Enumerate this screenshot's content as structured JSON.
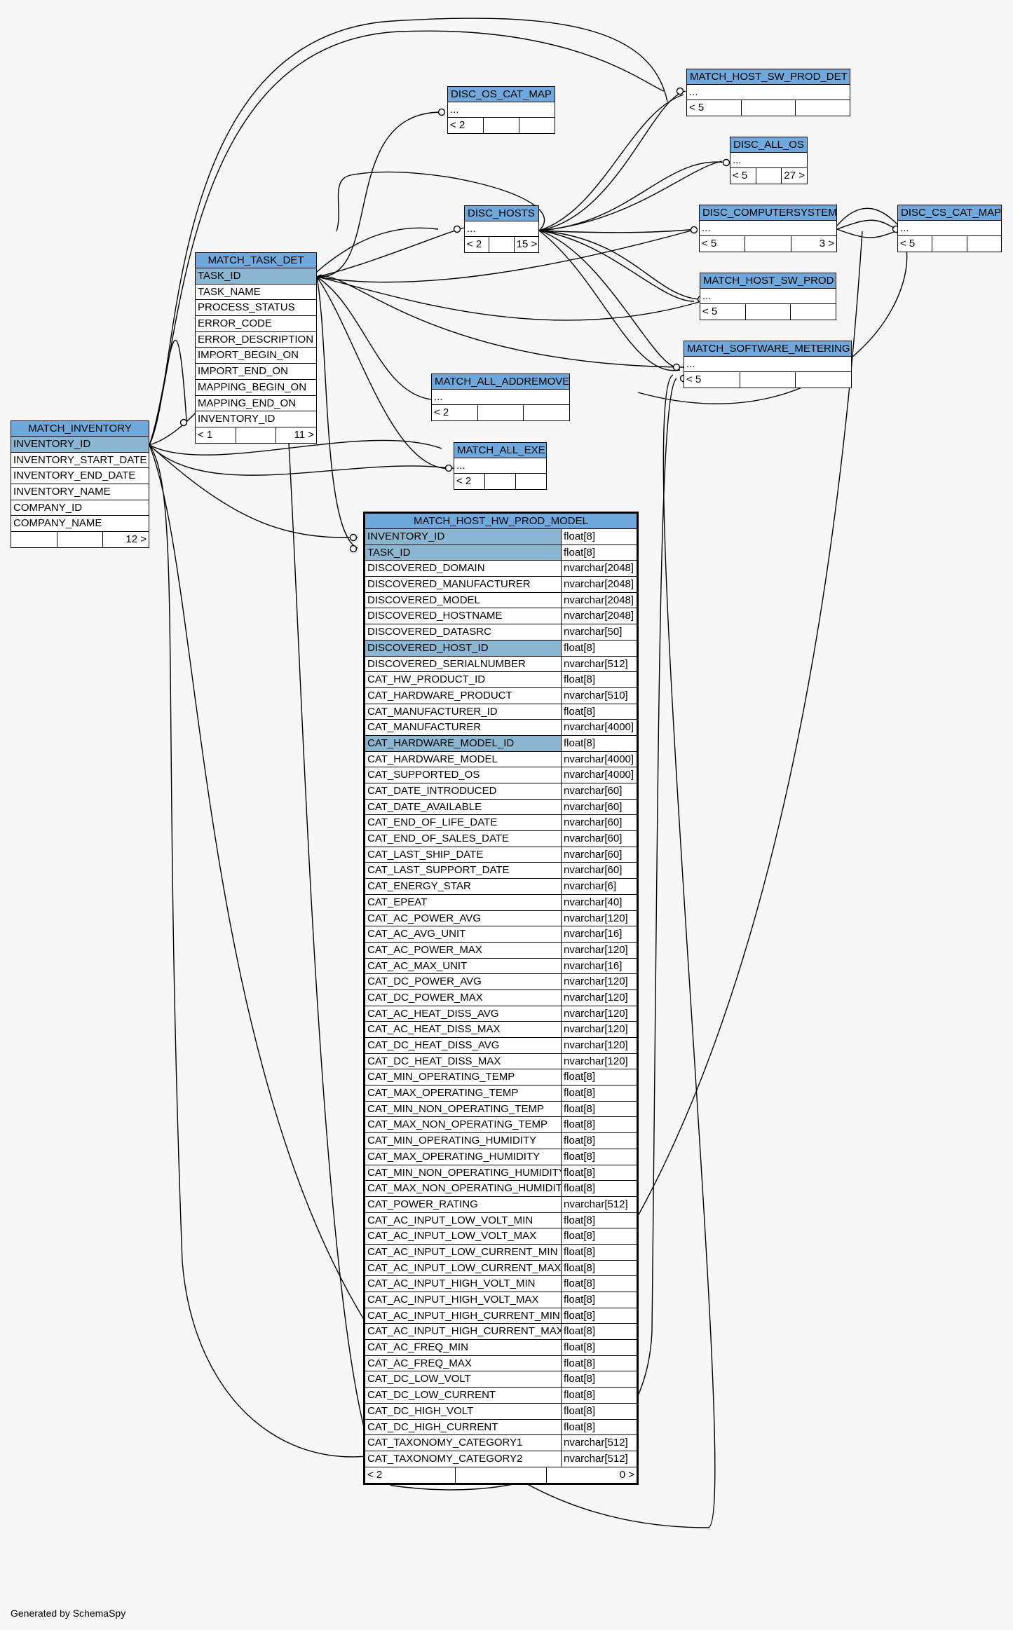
{
  "footer_text": "Generated by SchemaSpy",
  "colors": {
    "header": "#6fa8dc",
    "key_row": "#8bb6d1",
    "background": "#f7f7f7"
  },
  "focus_table": {
    "name": "MATCH_HOST_HW_PROD_MODEL",
    "columns": [
      {
        "name": "INVENTORY_ID",
        "type": "float[8]",
        "key": true
      },
      {
        "name": "TASK_ID",
        "type": "float[8]",
        "key": true
      },
      {
        "name": "DISCOVERED_DOMAIN",
        "type": "nvarchar[2048]"
      },
      {
        "name": "DISCOVERED_MANUFACTURER",
        "type": "nvarchar[2048]"
      },
      {
        "name": "DISCOVERED_MODEL",
        "type": "nvarchar[2048]"
      },
      {
        "name": "DISCOVERED_HOSTNAME",
        "type": "nvarchar[2048]"
      },
      {
        "name": "DISCOVERED_DATASRC",
        "type": "nvarchar[50]"
      },
      {
        "name": "DISCOVERED_HOST_ID",
        "type": "float[8]",
        "key": true
      },
      {
        "name": "DISCOVERED_SERIALNUMBER",
        "type": "nvarchar[512]"
      },
      {
        "name": "CAT_HW_PRODUCT_ID",
        "type": "float[8]"
      },
      {
        "name": "CAT_HARDWARE_PRODUCT",
        "type": "nvarchar[510]"
      },
      {
        "name": "CAT_MANUFACTURER_ID",
        "type": "float[8]"
      },
      {
        "name": "CAT_MANUFACTURER",
        "type": "nvarchar[4000]"
      },
      {
        "name": "CAT_HARDWARE_MODEL_ID",
        "type": "float[8]",
        "key": true
      },
      {
        "name": "CAT_HARDWARE_MODEL",
        "type": "nvarchar[4000]"
      },
      {
        "name": "CAT_SUPPORTED_OS",
        "type": "nvarchar[4000]"
      },
      {
        "name": "CAT_DATE_INTRODUCED",
        "type": "nvarchar[60]"
      },
      {
        "name": "CAT_DATE_AVAILABLE",
        "type": "nvarchar[60]"
      },
      {
        "name": "CAT_END_OF_LIFE_DATE",
        "type": "nvarchar[60]"
      },
      {
        "name": "CAT_END_OF_SALES_DATE",
        "type": "nvarchar[60]"
      },
      {
        "name": "CAT_LAST_SHIP_DATE",
        "type": "nvarchar[60]"
      },
      {
        "name": "CAT_LAST_SUPPORT_DATE",
        "type": "nvarchar[60]"
      },
      {
        "name": "CAT_ENERGY_STAR",
        "type": "nvarchar[6]"
      },
      {
        "name": "CAT_EPEAT",
        "type": "nvarchar[40]"
      },
      {
        "name": "CAT_AC_POWER_AVG",
        "type": "nvarchar[120]"
      },
      {
        "name": "CAT_AC_AVG_UNIT",
        "type": "nvarchar[16]"
      },
      {
        "name": "CAT_AC_POWER_MAX",
        "type": "nvarchar[120]"
      },
      {
        "name": "CAT_AC_MAX_UNIT",
        "type": "nvarchar[16]"
      },
      {
        "name": "CAT_DC_POWER_AVG",
        "type": "nvarchar[120]"
      },
      {
        "name": "CAT_DC_POWER_MAX",
        "type": "nvarchar[120]"
      },
      {
        "name": "CAT_AC_HEAT_DISS_AVG",
        "type": "nvarchar[120]"
      },
      {
        "name": "CAT_AC_HEAT_DISS_MAX",
        "type": "nvarchar[120]"
      },
      {
        "name": "CAT_DC_HEAT_DISS_AVG",
        "type": "nvarchar[120]"
      },
      {
        "name": "CAT_DC_HEAT_DISS_MAX",
        "type": "nvarchar[120]"
      },
      {
        "name": "CAT_MIN_OPERATING_TEMP",
        "type": "float[8]"
      },
      {
        "name": "CAT_MAX_OPERATING_TEMP",
        "type": "float[8]"
      },
      {
        "name": "CAT_MIN_NON_OPERATING_TEMP",
        "type": "float[8]"
      },
      {
        "name": "CAT_MAX_NON_OPERATING_TEMP",
        "type": "float[8]"
      },
      {
        "name": "CAT_MIN_OPERATING_HUMIDITY",
        "type": "float[8]"
      },
      {
        "name": "CAT_MAX_OPERATING_HUMIDITY",
        "type": "float[8]"
      },
      {
        "name": "CAT_MIN_NON_OPERATING_HUMIDITY",
        "type": "float[8]"
      },
      {
        "name": "CAT_MAX_NON_OPERATING_HUMIDITY",
        "type": "float[8]"
      },
      {
        "name": "CAT_POWER_RATING",
        "type": "nvarchar[512]"
      },
      {
        "name": "CAT_AC_INPUT_LOW_VOLT_MIN",
        "type": "float[8]"
      },
      {
        "name": "CAT_AC_INPUT_LOW_VOLT_MAX",
        "type": "float[8]"
      },
      {
        "name": "CAT_AC_INPUT_LOW_CURRENT_MIN",
        "type": "float[8]"
      },
      {
        "name": "CAT_AC_INPUT_LOW_CURRENT_MAX",
        "type": "float[8]"
      },
      {
        "name": "CAT_AC_INPUT_HIGH_VOLT_MIN",
        "type": "float[8]"
      },
      {
        "name": "CAT_AC_INPUT_HIGH_VOLT_MAX",
        "type": "float[8]"
      },
      {
        "name": "CAT_AC_INPUT_HIGH_CURRENT_MIN",
        "type": "float[8]"
      },
      {
        "name": "CAT_AC_INPUT_HIGH_CURRENT_MAX",
        "type": "float[8]"
      },
      {
        "name": "CAT_AC_FREQ_MIN",
        "type": "float[8]"
      },
      {
        "name": "CAT_AC_FREQ_MAX",
        "type": "float[8]"
      },
      {
        "name": "CAT_DC_LOW_VOLT",
        "type": "float[8]"
      },
      {
        "name": "CAT_DC_LOW_CURRENT",
        "type": "float[8]"
      },
      {
        "name": "CAT_DC_HIGH_VOLT",
        "type": "float[8]"
      },
      {
        "name": "CAT_DC_HIGH_CURRENT",
        "type": "float[8]"
      },
      {
        "name": "CAT_TAXONOMY_CATEGORY1",
        "type": "nvarchar[512]"
      },
      {
        "name": "CAT_TAXONOMY_CATEGORY2",
        "type": "nvarchar[512]"
      }
    ],
    "footer": [
      "< 2",
      "",
      "0 >"
    ]
  },
  "tables": [
    {
      "id": "match_inventory",
      "name": "MATCH_INVENTORY",
      "columns": [
        {
          "name": "INVENTORY_ID",
          "key": true
        },
        {
          "name": "INVENTORY_START_DATE"
        },
        {
          "name": "INVENTORY_END_DATE"
        },
        {
          "name": "INVENTORY_NAME"
        },
        {
          "name": "COMPANY_ID"
        },
        {
          "name": "COMPANY_NAME"
        }
      ],
      "footer": [
        "",
        "",
        "12 >"
      ]
    },
    {
      "id": "match_task_det",
      "name": "MATCH_TASK_DET",
      "columns": [
        {
          "name": "TASK_ID",
          "key": true
        },
        {
          "name": "TASK_NAME"
        },
        {
          "name": "PROCESS_STATUS"
        },
        {
          "name": "ERROR_CODE"
        },
        {
          "name": "ERROR_DESCRIPTION"
        },
        {
          "name": "IMPORT_BEGIN_ON"
        },
        {
          "name": "IMPORT_END_ON"
        },
        {
          "name": "MAPPING_BEGIN_ON"
        },
        {
          "name": "MAPPING_END_ON"
        },
        {
          "name": "INVENTORY_ID"
        }
      ],
      "footer": [
        "< 1",
        "",
        "11 >"
      ]
    },
    {
      "id": "disc_os_cat_map",
      "name": "DISC_OS_CAT_MAP",
      "columns": [
        {
          "name": "..."
        }
      ],
      "footer": [
        "< 2",
        "",
        ""
      ]
    },
    {
      "id": "disc_hosts",
      "name": "DISC_HOSTS",
      "columns": [
        {
          "name": "..."
        }
      ],
      "footer": [
        "< 2",
        "",
        "15 >"
      ]
    },
    {
      "id": "match_host_sw_prod_det",
      "name": "MATCH_HOST_SW_PROD_DET",
      "columns": [
        {
          "name": "..."
        }
      ],
      "footer": [
        "< 5",
        "",
        ""
      ]
    },
    {
      "id": "disc_all_os",
      "name": "DISC_ALL_OS",
      "columns": [
        {
          "name": "..."
        }
      ],
      "footer": [
        "< 5",
        "",
        "27 >"
      ]
    },
    {
      "id": "disc_computersystem",
      "name": "DISC_COMPUTERSYSTEM",
      "columns": [
        {
          "name": "..."
        }
      ],
      "footer": [
        "< 5",
        "",
        "3 >"
      ]
    },
    {
      "id": "disc_cs_cat_map",
      "name": "DISC_CS_CAT_MAP",
      "columns": [
        {
          "name": "..."
        }
      ],
      "footer": [
        "< 5",
        "",
        ""
      ]
    },
    {
      "id": "match_host_sw_prod",
      "name": "MATCH_HOST_SW_PROD",
      "columns": [
        {
          "name": "..."
        }
      ],
      "footer": [
        "< 5",
        "",
        ""
      ]
    },
    {
      "id": "match_software_metering",
      "name": "MATCH_SOFTWARE_METERING",
      "columns": [
        {
          "name": "..."
        }
      ],
      "footer": [
        "< 5",
        "",
        ""
      ]
    },
    {
      "id": "match_all_addremove",
      "name": "MATCH_ALL_ADDREMOVE",
      "columns": [
        {
          "name": "..."
        }
      ],
      "footer": [
        "< 2",
        "",
        ""
      ]
    },
    {
      "id": "match_all_exe",
      "name": "MATCH_ALL_EXE",
      "columns": [
        {
          "name": "..."
        }
      ],
      "footer": [
        "< 2",
        "",
        ""
      ]
    }
  ]
}
